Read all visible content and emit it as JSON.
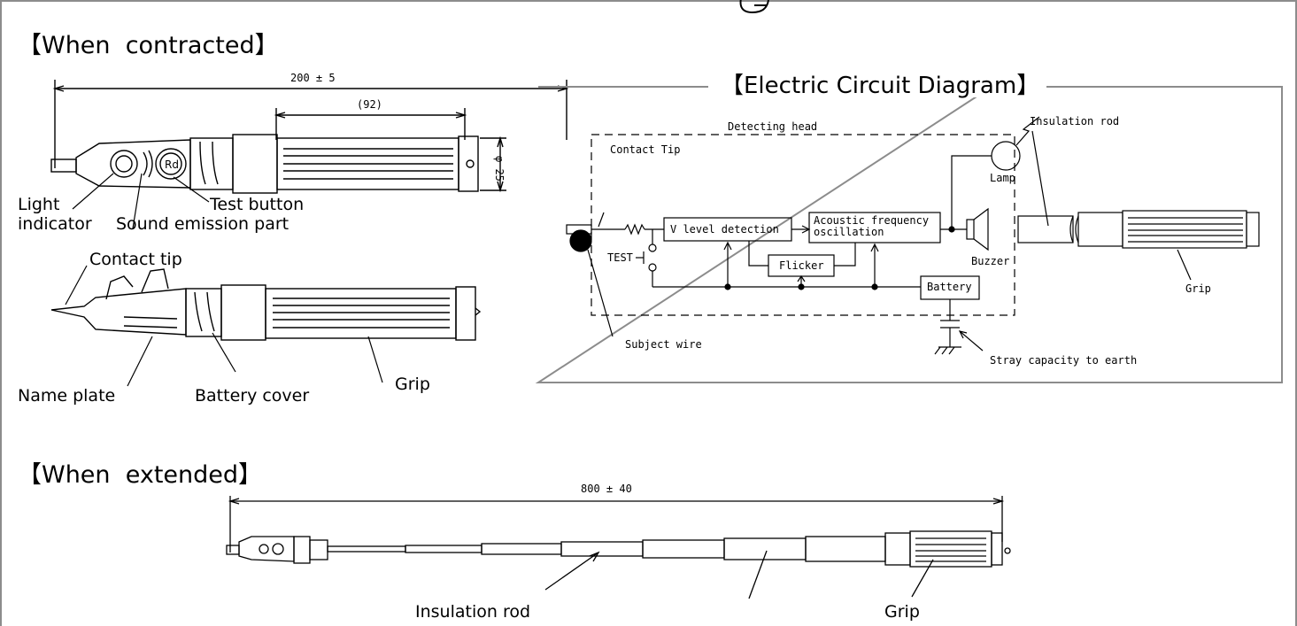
{
  "sections": {
    "contracted": "【When  contracted】",
    "extended": "【When  extended】"
  },
  "contracted": {
    "dim_length": "200 ± 5",
    "dim_grip": "(92)",
    "dim_diameter": "φ 25",
    "labels": {
      "light_indicator_1": "Light",
      "light_indicator_2": "indicator",
      "sound_emission": "Sound emission part",
      "test_button": "Test button",
      "contact_tip": "Contact tip",
      "name_plate": "Name plate",
      "battery_cover": "Battery cover",
      "grip": "Grip"
    }
  },
  "circuit": {
    "title": "【Electric Circuit Diagram】",
    "detecting_head": "Detecting head",
    "contact_tip": "Contact Tip",
    "subject_wire": "Subject wire",
    "test": "TEST",
    "v_level": "V level detection",
    "acoustic_1": "Acoustic frequency",
    "acoustic_2": "oscillation",
    "flicker": "Flicker",
    "battery": "Battery",
    "lamp": "Lamp",
    "buzzer": "Buzzer",
    "insulation_rod": "Insulation rod",
    "grip": "Grip",
    "stray": "Stray capacity to earth"
  },
  "extended": {
    "dim_length": "800 ± 40",
    "insulation_rod": "Insulation rod",
    "grip": "Grip"
  },
  "colors": {
    "frame": "#888888",
    "ink": "#000000"
  }
}
